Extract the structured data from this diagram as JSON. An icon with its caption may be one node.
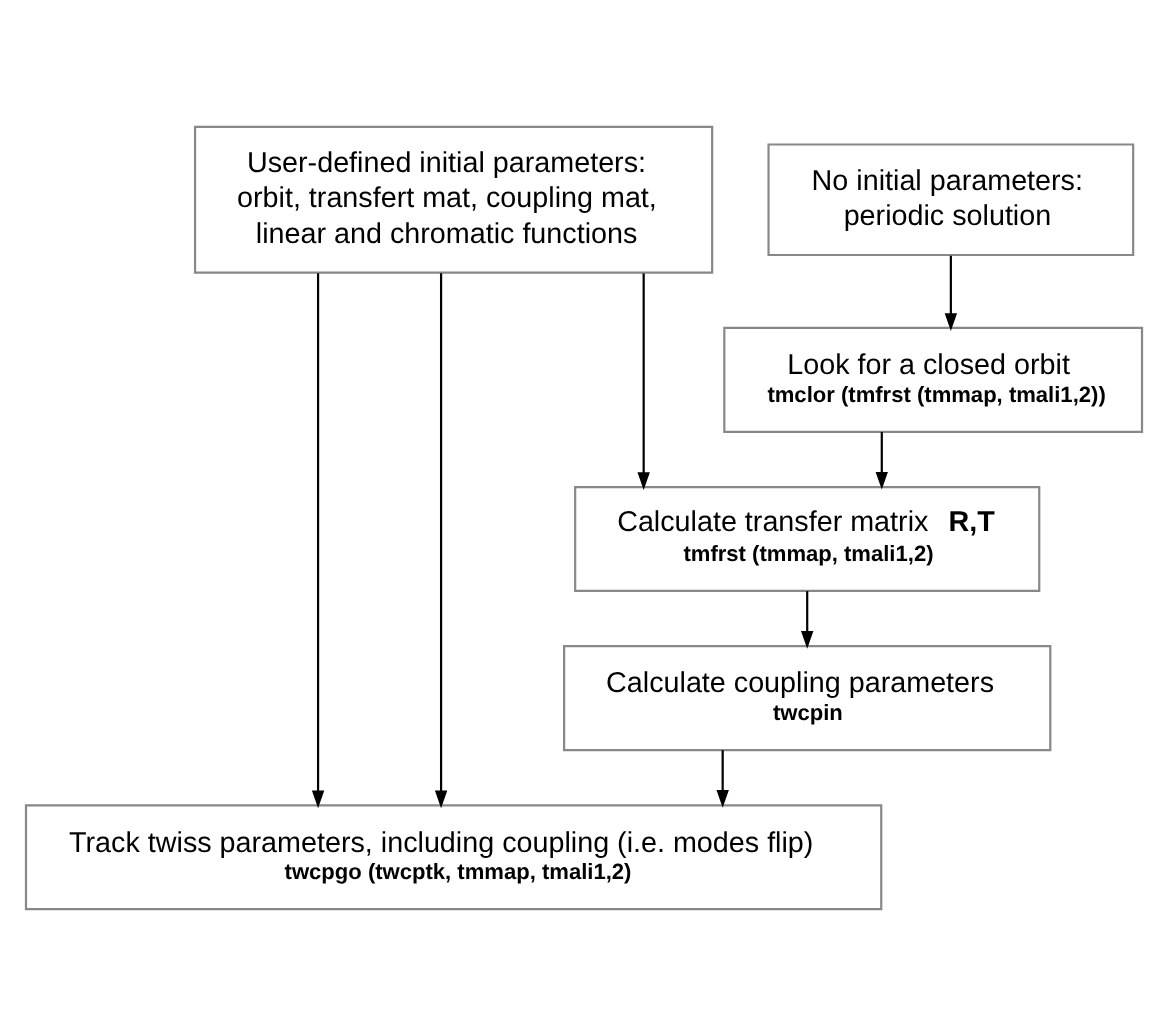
{
  "diagram": {
    "nodes": [
      {
        "text": [
          "User-defined initial parameters: orbit, transfert mat, coupling mat, linear and chromatic functions"
        ]
      },
      {
        "text": [
          "No initial parameters: periodic solution"
        ]
      },
      {
        "text": [
          "Look for a closed orbit",
          "tmclor (tmfrst (tmmap, tmali1,2))"
        ]
      },
      {
        "text": [
          "Calculate transfer matrix **R,T**",
          "tmfrst (tmmap, tmali1,2)"
        ]
      },
      {
        "text": [
          "Calculate coupling parameters",
          "twcpin"
        ]
      },
      {
        "text": [
          "Track twiss parameters, including coupling (i.e. modes flip)",
          "twcpgo (twcptk, tmmap, tmali1,2)"
        ]
      }
    ],
    "edges": [
      {
        "from": 1,
        "to": 2,
        "arrow": "to"
      },
      {
        "from": 0,
        "to": 5,
        "arrow": "to"
      },
      {
        "from": 0,
        "to": 5,
        "arrow": "to"
      },
      {
        "from": 0,
        "to": 3,
        "arrow": "to"
      },
      {
        "from": 2,
        "to": 3,
        "arrow": "to"
      },
      {
        "from": 3,
        "to": 4,
        "arrow": "to"
      },
      {
        "from": 4,
        "to": 5,
        "arrow": "to"
      }
    ]
  }
}
